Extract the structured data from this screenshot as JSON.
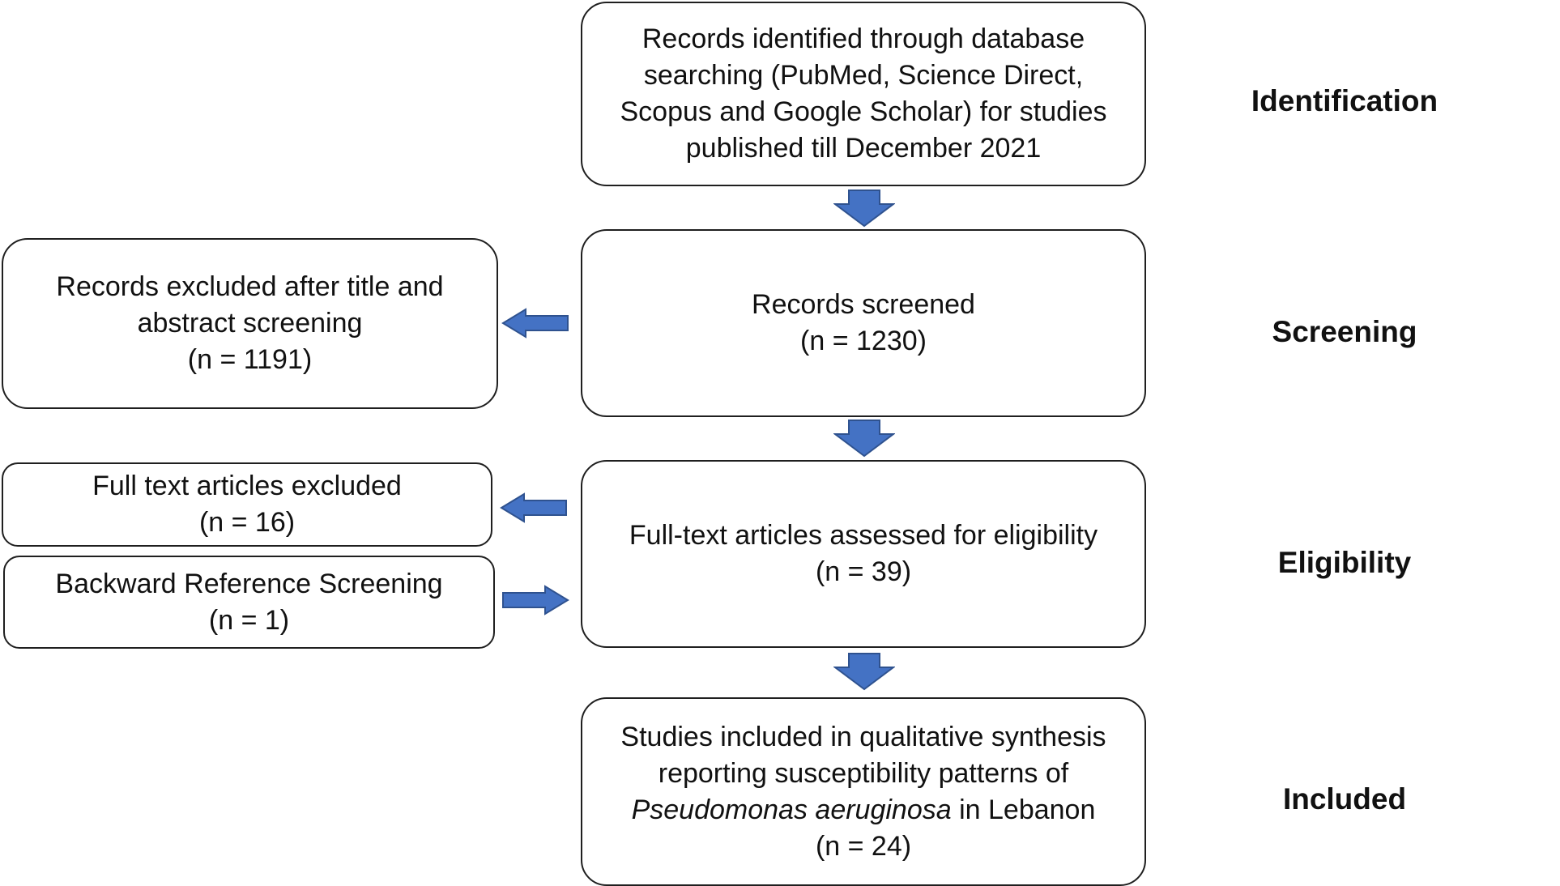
{
  "colors": {
    "arrow_fill": "#4472C4",
    "arrow_stroke": "#2F528F",
    "box_border": "#1f1f1f",
    "text": "#111111"
  },
  "boxes": {
    "identification": {
      "lines": [
        "Records identified through database",
        "searching (PubMed, Science Direct,",
        "Scopus and Google Scholar) for studies",
        "published till December 2021"
      ]
    },
    "records_screened": {
      "lines": [
        "Records screened",
        "(n = 1230)"
      ]
    },
    "records_excluded": {
      "lines": [
        "Records excluded after title and",
        "abstract screening",
        "(n = 1191)"
      ]
    },
    "full_text_excluded": {
      "lines": [
        "Full text articles excluded",
        "(n = 16)"
      ]
    },
    "backward_reference": {
      "lines": [
        "Backward Reference Screening",
        "(n = 1)"
      ]
    },
    "full_text_assessed": {
      "lines": [
        "Full-text articles assessed for eligibility",
        "(n = 39)"
      ]
    },
    "studies_included": {
      "line1": "Studies included in qualitative synthesis",
      "line2": "reporting susceptibility patterns of",
      "line3_italic": "Pseudomonas aeruginosa",
      "line3_rest": " in Lebanon",
      "line4": "(n = 24)"
    }
  },
  "stages": {
    "identification": "Identification",
    "screening": "Screening",
    "eligibility": "Eligibility",
    "included": "Included"
  },
  "arrows": [
    {
      "name": "arrow-down-1",
      "direction": "down"
    },
    {
      "name": "arrow-down-2",
      "direction": "down"
    },
    {
      "name": "arrow-down-3",
      "direction": "down"
    },
    {
      "name": "arrow-left-excluded",
      "direction": "left"
    },
    {
      "name": "arrow-left-fulltext-excluded",
      "direction": "left"
    },
    {
      "name": "arrow-right-backward",
      "direction": "right"
    }
  ]
}
